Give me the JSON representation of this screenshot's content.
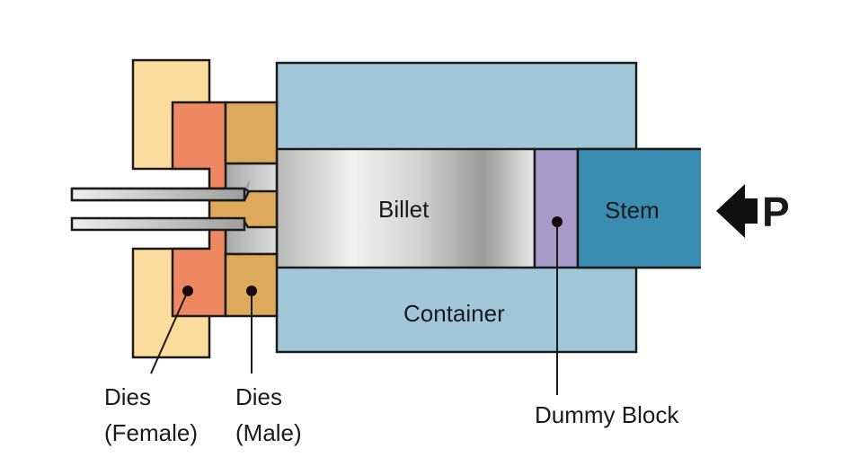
{
  "diagram": {
    "labels": {
      "billet": "Billet",
      "stem": "Stem",
      "container": "Container",
      "pressure": "P",
      "dies_female": [
        "Dies",
        "(Female)"
      ],
      "dies_male": [
        "Dies",
        "(Male)"
      ],
      "dummy_block": "Dummy Block"
    },
    "colors": {
      "container": "#a2c6d9",
      "stem": "#3a8db0",
      "dummy_block": "#a79bc9",
      "die_holder": "#fcdc9c",
      "die_female": "#ee8860",
      "die_male": "#dcaa5a",
      "billet": "#c8c8c8"
    }
  }
}
